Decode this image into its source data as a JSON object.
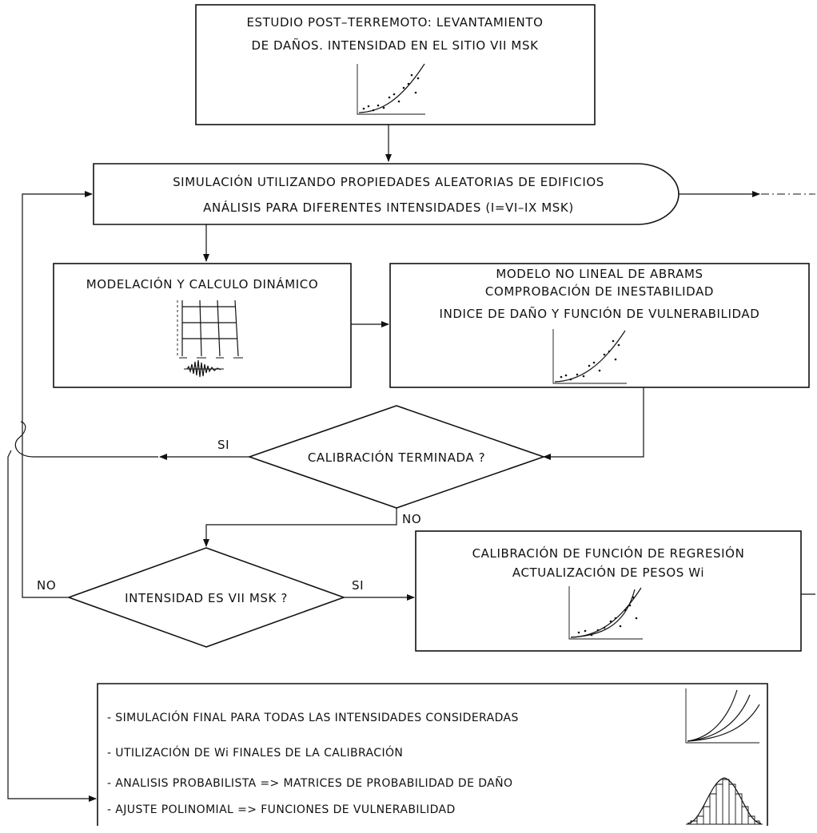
{
  "box_post_earthquake": {
    "line1": "ESTUDIO POST–TERREMOTO: LEVANTAMIENTO",
    "line2": "DE DAÑOS. INTENSIDAD EN EL SITIO VII MSK"
  },
  "box_simulation": {
    "line1": "SIMULACIÓN UTILIZANDO PROPIEDADES ALEATORIAS DE EDIFICIOS",
    "line2": "ANÁLISIS PARA DIFERENTES INTENSIDADES (I=VI–IX MSK)"
  },
  "box_modeling": {
    "line1": "MODELACIÓN Y CALCULO DINÁMICO"
  },
  "box_abrams": {
    "line1": "MODELO NO LINEAL DE ABRAMS",
    "line2": "COMPROBACIÓN DE INESTABILIDAD",
    "line3": "INDICE DE DAÑO Y FUNCIÓN DE VULNERABILIDAD"
  },
  "decision_calibration": {
    "text": "CALIBRACIÓN TERMINADA ?",
    "yes_label": "SI",
    "no_label": "NO"
  },
  "decision_intensity": {
    "text": "INTENSIDAD ES VII MSK ?",
    "yes_label": "SI",
    "no_label": "NO"
  },
  "box_regression": {
    "line1": "CALIBRACIÓN DE FUNCIÓN DE REGRESIÓN",
    "line2": "ACTUALIZACIÓN DE PESOS Wi"
  },
  "box_final": {
    "items": [
      "- SIMULACIÓN FINAL PARA TODAS LAS INTENSIDADES CONSIDERADAS",
      "- UTILIZACIÓN DE Wi FINALES DE LA CALIBRACIÓN",
      "- ANALISIS PROBABILISTA => MATRICES DE PROBABILIDAD DE DAÑO",
      "- AJUSTE POLINOMIAL => FUNCIONES DE VULNERABILIDAD"
    ]
  },
  "icons": {
    "scatter_fit": "scatter-fit-plot-icon",
    "frame_structure": "building-frame-icon",
    "accelerogram": "seismic-accelerogram-icon",
    "curve_family": "vulnerability-curves-icon",
    "histogram": "probability-histogram-icon"
  }
}
